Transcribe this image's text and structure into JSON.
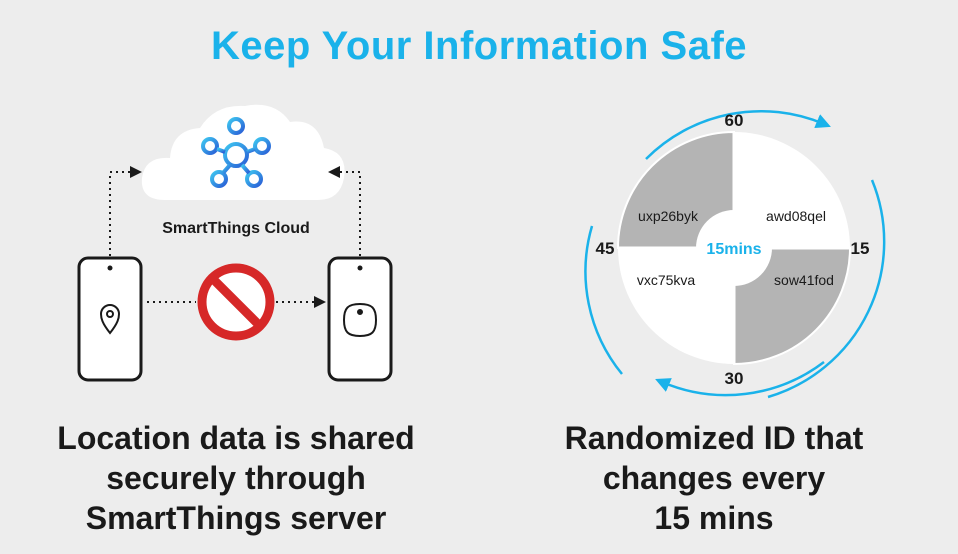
{
  "title": "Keep Your Information Safe",
  "left_panel": {
    "cloud_label": "SmartThings Cloud",
    "caption_lines": [
      "Location data is shared",
      "securely through",
      "SmartThings server"
    ],
    "icons": [
      "smartthings-hub-icon",
      "location-pin-icon",
      "tag-icon",
      "prohibited-icon"
    ]
  },
  "right_panel": {
    "center_label": "15mins",
    "ticks": {
      "top": "60",
      "right": "15",
      "bottom": "30",
      "left": "45"
    },
    "quadrants": [
      {
        "position": "top-left",
        "id": "uxp26byk",
        "shaded": true
      },
      {
        "position": "top-right",
        "id": "awd08qel",
        "shaded": false
      },
      {
        "position": "bottom-left",
        "id": "vxc75kva",
        "shaded": false
      },
      {
        "position": "bottom-right",
        "id": "sow41fod",
        "shaded": true
      }
    ],
    "caption_lines": [
      "Randomized ID that",
      "changes every",
      "15 mins"
    ]
  },
  "colors": {
    "accent": "#1ab2ea",
    "text": "#1a1a1a",
    "shade": "#b4b4b4",
    "prohibit_red": "#d62828",
    "icon_blue": "#2a7bd6"
  }
}
